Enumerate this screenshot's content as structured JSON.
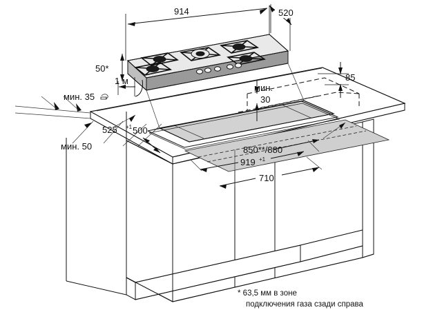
{
  "diagram": {
    "title": "Installation dimensions drawing - gas hob in worktop",
    "product": "5-burner gas cooktop",
    "units": "mm"
  },
  "dimensions": {
    "hob_width": "914",
    "hob_depth": "520",
    "hob_height": "50*",
    "gas_pipe_clearance": "1 м",
    "min_rear": "мин. 35",
    "min_side": "мин. 50",
    "cutout_depth": "525",
    "cutout_depth_tol": "+1",
    "inner_depth": "500",
    "min_front": "мин.",
    "min_front_value": "30",
    "worktop_thickness": "85",
    "height_range": "850**/880",
    "cutout_width": "919",
    "cutout_width_tol": "+1",
    "cabinet_width": "710"
  },
  "footnote": {
    "line1": "* 63,5 мм в зоне",
    "line2": "подключения газа  сзади справа"
  },
  "colors": {
    "line": "#111111",
    "cutout_fill": "#d2d2d2",
    "hob_body": "#c8c8c8",
    "worktop": "#ffffff",
    "cabinet": "#ffffff"
  }
}
